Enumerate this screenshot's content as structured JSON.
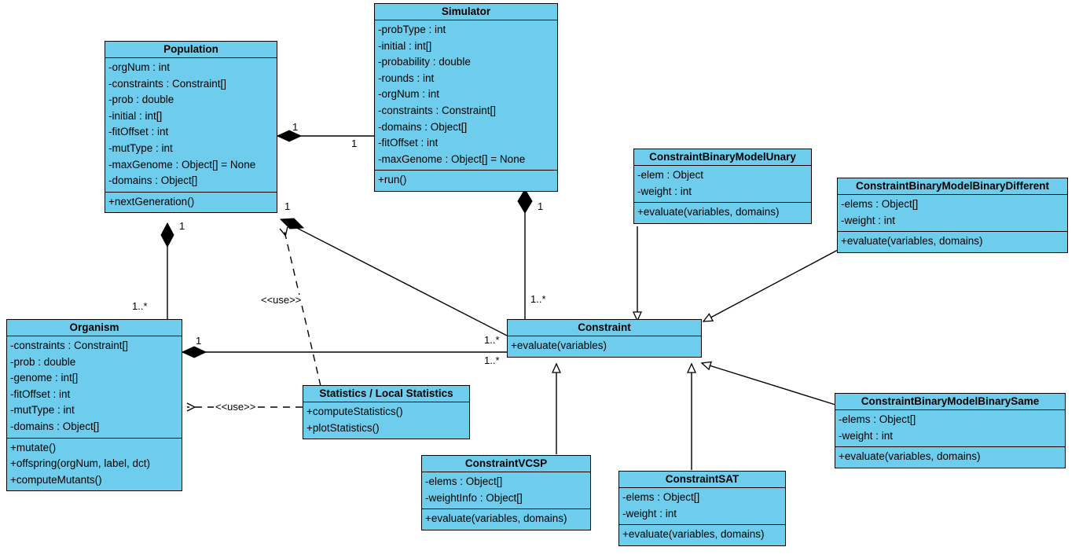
{
  "diagram": {
    "kind": "uml-class-diagram",
    "colors": {
      "class_fill": "#6ecdec",
      "border": "#000000",
      "background": "#ffffff",
      "text": "#000000"
    }
  },
  "classes": [
    {
      "id": "simulator",
      "name": "Simulator",
      "attributes": [
        "-probType : int",
        "-initial : int[]",
        "-probability : double",
        "-rounds : int",
        "-orgNum : int",
        "-constraints : Constraint[]",
        "-domains : Object[]",
        "-fitOffset : int",
        "-maxGenome : Object[] = None"
      ],
      "methods": [
        "+run()"
      ]
    },
    {
      "id": "population",
      "name": "Population",
      "attributes": [
        "-orgNum : int",
        "-constraints : Constraint[]",
        "-prob : double",
        "-initial : int[]",
        "-fitOffset : int",
        "-mutType : int",
        "-maxGenome : Object[] = None",
        "-domains : Object[]"
      ],
      "methods": [
        "+nextGeneration()"
      ]
    },
    {
      "id": "organism",
      "name": "Organism",
      "attributes": [
        "-constraints : Constraint[]",
        "-prob : double",
        "-genome : int[]",
        "-fitOffset : int",
        "-mutType : int",
        "-domains : Object[]"
      ],
      "methods": [
        "+mutate()",
        "+offspring(orgNum, label, dct)",
        "+computeMutants()"
      ]
    },
    {
      "id": "statistics",
      "name": "Statistics / Local Statistics",
      "attributes": [],
      "methods": [
        "+computeStatistics()",
        "+plotStatistics()"
      ]
    },
    {
      "id": "constraint",
      "name": "Constraint",
      "attributes": [],
      "methods": [
        "+evaluate(variables)"
      ]
    },
    {
      "id": "cbm-unary",
      "name": "ConstraintBinaryModelUnary",
      "attributes": [
        "-elem : Object",
        "-weight : int"
      ],
      "methods": [
        "+evaluate(variables, domains)"
      ]
    },
    {
      "id": "cbm-binary-different",
      "name": "ConstraintBinaryModelBinaryDifferent",
      "attributes": [
        "-elems : Object[]",
        "-weight : int"
      ],
      "methods": [
        "+evaluate(variables, domains)"
      ]
    },
    {
      "id": "cbm-binary-same",
      "name": "ConstraintBinaryModelBinarySame",
      "attributes": [
        "-elems : Object[]",
        "-weight : int"
      ],
      "methods": [
        "+evaluate(variables, domains)"
      ]
    },
    {
      "id": "constraint-vcsp",
      "name": "ConstraintVCSP",
      "attributes": [
        "-elems : Object[]",
        "-weightInfo : Object[]"
      ],
      "methods": [
        "+evaluate(variables, domains)"
      ]
    },
    {
      "id": "constraint-sat",
      "name": "ConstraintSAT",
      "attributes": [
        "-elems : Object[]",
        "-weight : int"
      ],
      "methods": [
        "+evaluate(variables, domains)"
      ]
    }
  ],
  "relationships": [
    {
      "id": "rel-population-simulator",
      "type": "composition",
      "from": "simulator",
      "to": "population",
      "source_multiplicity": "1",
      "target_multiplicity": "1"
    },
    {
      "id": "rel-population-organism",
      "type": "composition",
      "from": "population",
      "to": "organism",
      "source_multiplicity": "1",
      "target_multiplicity": "1..*"
    },
    {
      "id": "rel-population-constraint",
      "type": "composition",
      "from": "population",
      "to": "constraint",
      "source_multiplicity": "1",
      "target_multiplicity": "1..*"
    },
    {
      "id": "rel-simulator-constraint",
      "type": "composition",
      "from": "simulator",
      "to": "constraint",
      "source_multiplicity": "1",
      "target_multiplicity": "1..*"
    },
    {
      "id": "rel-organism-constraint",
      "type": "composition",
      "from": "organism",
      "to": "constraint",
      "source_multiplicity": "1",
      "target_multiplicity": "1..*"
    },
    {
      "id": "rel-statistics-population",
      "type": "dependency",
      "from": "statistics",
      "to": "population",
      "stereotype": "<<use>>"
    },
    {
      "id": "rel-statistics-organism",
      "type": "dependency",
      "from": "statistics",
      "to": "organism",
      "stereotype": "<<use>>"
    },
    {
      "id": "rel-unary-constraint",
      "type": "generalization",
      "from": "cbm-unary",
      "to": "constraint"
    },
    {
      "id": "rel-binary-different-constraint",
      "type": "generalization",
      "from": "cbm-binary-different",
      "to": "constraint"
    },
    {
      "id": "rel-binary-same-constraint",
      "type": "generalization",
      "from": "cbm-binary-same",
      "to": "constraint"
    },
    {
      "id": "rel-vcsp-constraint",
      "type": "generalization",
      "from": "constraint-vcsp",
      "to": "constraint"
    },
    {
      "id": "rel-sat-constraint",
      "type": "generalization",
      "from": "constraint-sat",
      "to": "constraint"
    }
  ],
  "edge_labels": {
    "pop_sim_src": "1",
    "pop_sim_tgt": "1",
    "pop_org_src": "1",
    "pop_org_tgt": "1..*",
    "pop_con_src": "1",
    "pop_con_tgt": "1..*",
    "sim_con_src": "1",
    "sim_con_tgt": "1..*",
    "org_con_src": "1",
    "org_con_tgt": "1..*",
    "use_population": "<<use>>",
    "use_organism": "<<use>>"
  }
}
